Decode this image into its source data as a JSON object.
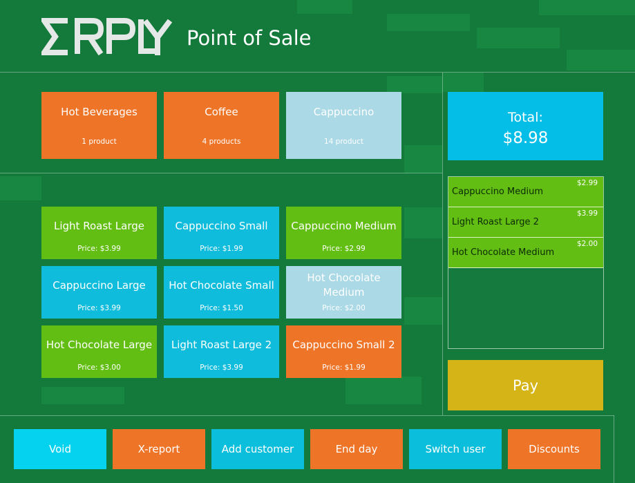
{
  "header": {
    "logo_text": "ERPLY",
    "title": "Point of Sale"
  },
  "categories": [
    {
      "name": "Hot Beverages",
      "count": "1 product",
      "color": "#ee7427"
    },
    {
      "name": "Coffee",
      "count": "4 products",
      "color": "#ee7427"
    },
    {
      "name": "Cappuccino",
      "count": "14 product",
      "color": "#abd9e6"
    }
  ],
  "products": [
    {
      "name": "Light Roast Large",
      "price": "Price: $3.99",
      "color": "#62be12"
    },
    {
      "name": "Cappuccino Small",
      "price": "Price: $1.99",
      "color": "#10bcdc"
    },
    {
      "name": "Cappuccino Medium",
      "price": "Price: $2.99",
      "color": "#62be12"
    },
    {
      "name": "Cappuccino Large",
      "price": "Price: $3.99",
      "color": "#10bcdc"
    },
    {
      "name": "Hot Chocolate Small",
      "price": "Price: $1.50",
      "color": "#10bcdc"
    },
    {
      "name": "Hot Chocolate Medium",
      "price": "Price: $2.00",
      "color": "#abd9e6"
    },
    {
      "name": "Hot Chocolate Large",
      "price": "Price: $3.00",
      "color": "#62be12"
    },
    {
      "name": "Light Roast Large 2",
      "price": "Price: $3.99",
      "color": "#10bcdc"
    },
    {
      "name": "Cappuccino Small 2",
      "price": "Price: $1.99",
      "color": "#ee7427"
    }
  ],
  "total": {
    "label": "Total:",
    "value": "$8.98"
  },
  "cart": [
    {
      "name": "Cappuccino Medium",
      "price": "$2.99"
    },
    {
      "name": "Light Roast Large 2",
      "price": "$3.99"
    },
    {
      "name": "Hot Chocolate Medium",
      "price": "$2.00"
    }
  ],
  "pay_label": "Pay",
  "toolbar": {
    "void": "Void",
    "x_report": "X-report",
    "add_customer": "Add customer",
    "end_day": "End day",
    "switch_user": "Switch user",
    "discounts": "Discounts"
  }
}
